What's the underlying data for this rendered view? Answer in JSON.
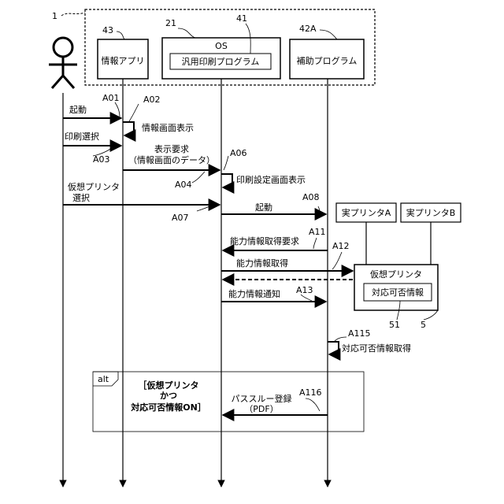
{
  "system_ref": "1",
  "actor": {
    "ref": ""
  },
  "lifelines": {
    "info_app": {
      "ref": "43",
      "label": "情報アプリ"
    },
    "os": {
      "ref": "21",
      "label": "OS"
    },
    "generic_print": {
      "ref": "41",
      "label": "汎用印刷プログラム"
    },
    "aux": {
      "ref": "42A",
      "label": "補助プログラム"
    },
    "real_a": {
      "label": "実プリンタA"
    },
    "real_b": {
      "label": "実プリンタB"
    },
    "virtual": {
      "label": "仮想プリンタ",
      "inner": "対応可否情報",
      "ref_inner": "51",
      "ref_outer": "5"
    }
  },
  "messages": {
    "a01": {
      "ref": "A01",
      "label": "起動"
    },
    "a02": {
      "ref": "A02",
      "label": "情報画面表示"
    },
    "a03": {
      "ref": "A03",
      "label": "印刷選択"
    },
    "a04": {
      "ref": "A04",
      "label1": "表示要求",
      "label2": "（情報画面のデータ）"
    },
    "a06": {
      "ref": "A06",
      "label": "印刷設定画面表示"
    },
    "a07": {
      "ref": "A07",
      "label1": "仮想プリンタ",
      "label2": "選択"
    },
    "a08": {
      "ref": "A08",
      "label": "起動"
    },
    "a11": {
      "ref": "A11",
      "label": "能力情報取得要求"
    },
    "a12": {
      "ref": "A12",
      "label": "能力情報取得"
    },
    "a13": {
      "ref": "A13",
      "label": "能力情報通知"
    },
    "a115": {
      "ref": "A115",
      "label": "対応可否情報取得"
    },
    "a116": {
      "ref": "A116",
      "label1": "パススルー登録",
      "label2": "（PDF）"
    }
  },
  "alt": {
    "tag": "alt",
    "cond1": "［仮想プリンタ",
    "cond2": "かつ",
    "cond3": "対応可否情報ON］"
  }
}
